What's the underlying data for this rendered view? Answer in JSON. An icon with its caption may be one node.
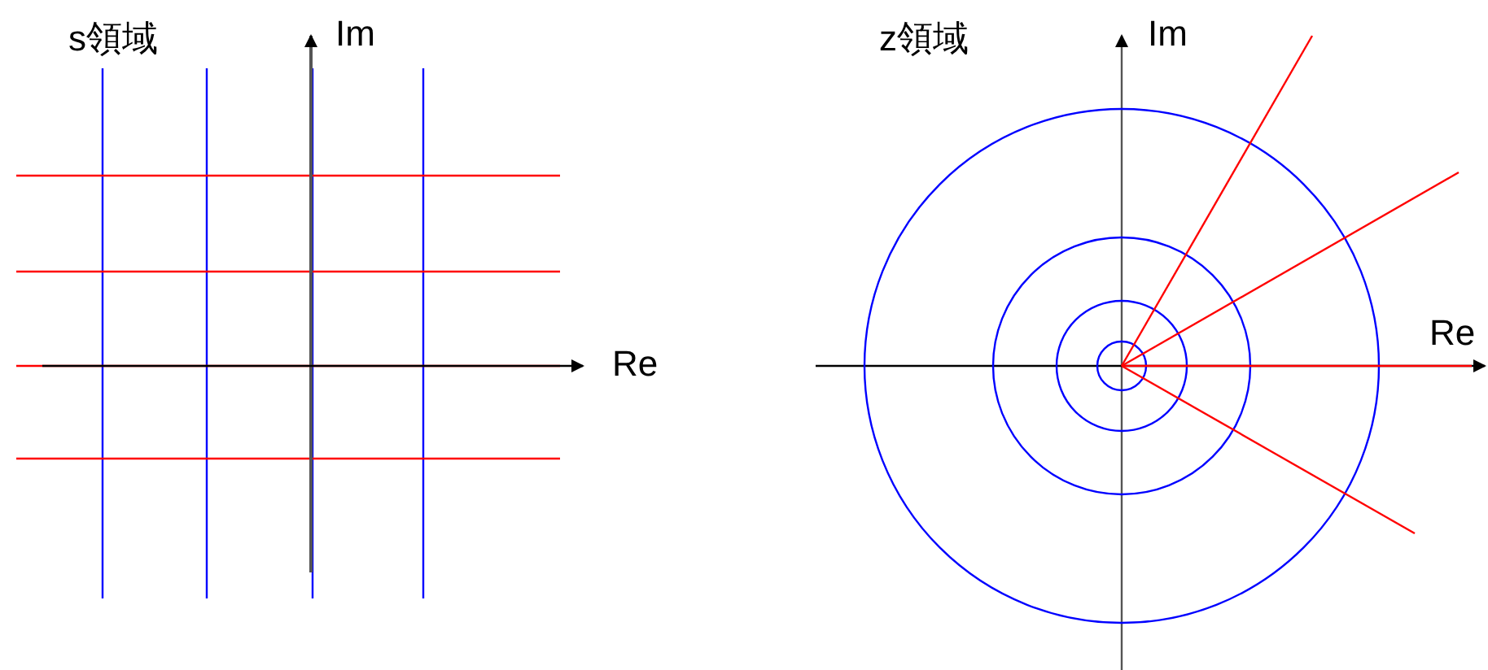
{
  "diagram": {
    "labels": [
      "s領域",
      "Im",
      "Re",
      "z領域",
      "Im",
      "Re"
    ]
  }
}
